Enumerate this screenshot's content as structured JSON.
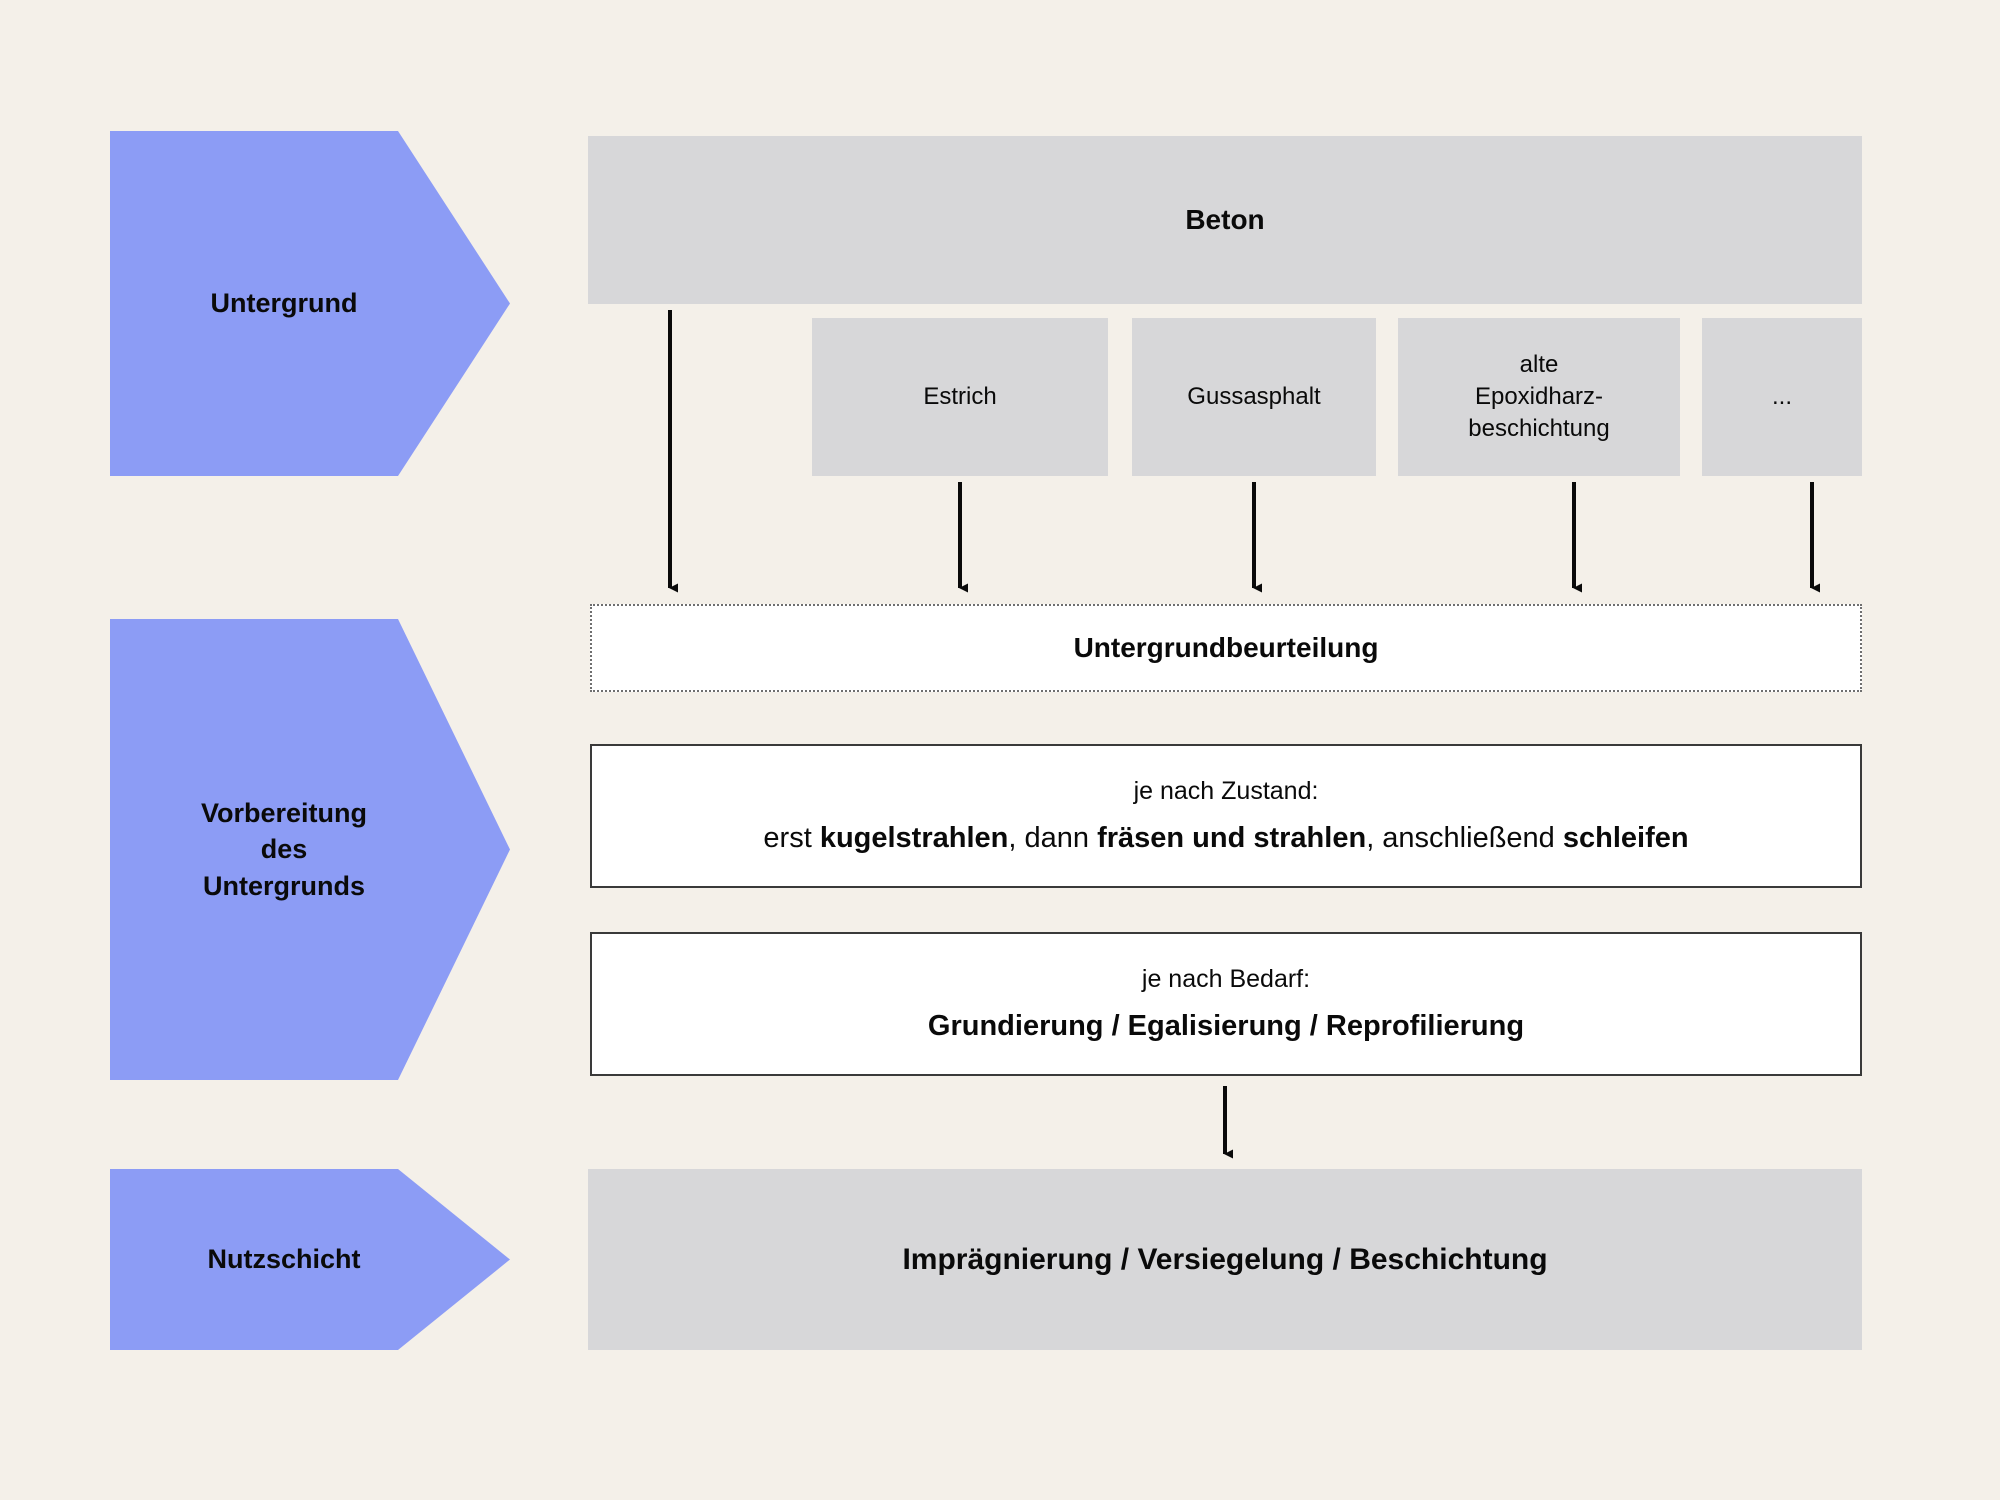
{
  "diagram": {
    "background_color": "#f4f0e9",
    "accent_color": "#8c9cf5",
    "block_color": "#d7d7d9"
  },
  "phases": [
    {
      "label": "Untergrund"
    },
    {
      "label": "Vorbereitung\ndes\nUntergrunds"
    },
    {
      "label": "Nutzschicht"
    }
  ],
  "substrate": {
    "primary": "Beton",
    "alternatives": [
      "Estrich",
      "Gussasphalt",
      "alte\nEpoxidharz-\nbeschichtung",
      "..."
    ]
  },
  "assessment": {
    "label": "Untergrundbeurteilung"
  },
  "preparation": {
    "condition_intro": "je nach Zustand:",
    "condition_line_parts": [
      {
        "text": "erst ",
        "bold": false
      },
      {
        "text": "kugelstrahlen",
        "bold": true
      },
      {
        "text": ", dann ",
        "bold": false
      },
      {
        "text": "fräsen und strahlen",
        "bold": true
      },
      {
        "text": ", anschließend ",
        "bold": false
      },
      {
        "text": "schleifen",
        "bold": true
      }
    ],
    "condition_line_plain": "erst kugelstrahlen, dann fräsen und strahlen, anschließend schleifen",
    "need_intro": "je nach Bedarf:",
    "need_line_plain": "Grundierung / Egalisierung / Reprofilierung",
    "need_line_parts": [
      {
        "text": "Grundierung / Egalisierung / Reprofilierung",
        "bold": true
      }
    ]
  },
  "wear_layer": {
    "label": "Imprägnierung / Versiegelung / Beschichtung"
  },
  "arrows": {
    "down_icon": "arrow-down-icon",
    "count_to_assessment": 5,
    "count_to_wear_layer": 1
  }
}
